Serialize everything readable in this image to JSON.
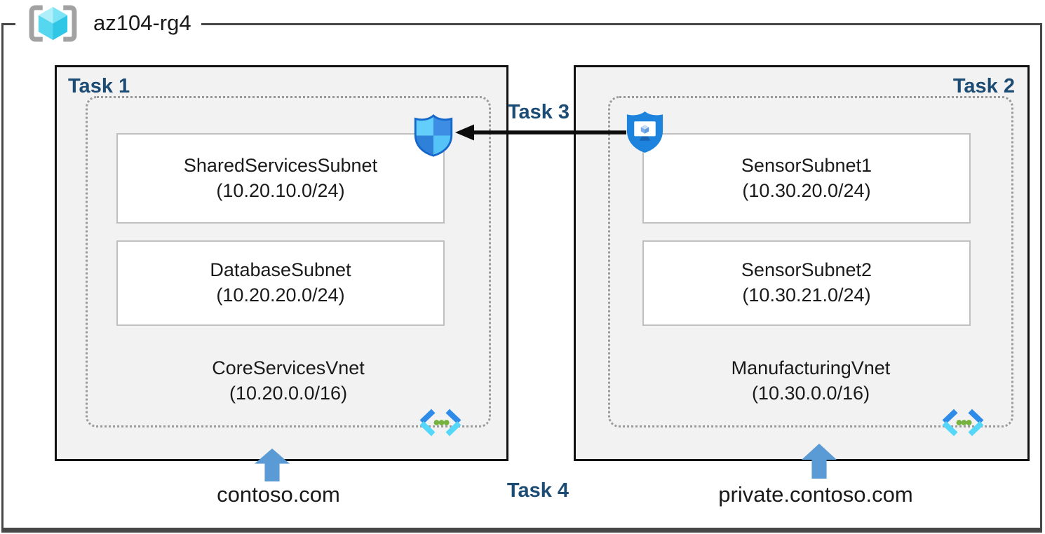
{
  "resource_group": {
    "name": "az104-rg4"
  },
  "labels": {
    "task1": "Task 1",
    "task2": "Task 2",
    "task3": "Task 3",
    "task4": "Task 4"
  },
  "vnets": [
    {
      "name": "CoreServicesVnet",
      "cidr": "(10.20.0.0/16)",
      "dns": "contoso.com",
      "subnets": [
        {
          "name": "SharedServicesSubnet",
          "cidr": "(10.20.10.0/24)"
        },
        {
          "name": "DatabaseSubnet",
          "cidr": "(10.20.20.0/24)"
        }
      ]
    },
    {
      "name": "ManufacturingVnet",
      "cidr": "(10.30.0.0/16)",
      "dns": "private.contoso.com",
      "subnets": [
        {
          "name": "SensorSubnet1",
          "cidr": "(10.30.20.0/24)"
        },
        {
          "name": "SensorSubnet2",
          "cidr": "(10.30.21.0/24)"
        }
      ]
    }
  ],
  "icons": {
    "resource_group": "resource-group-icon",
    "nsg": "network-security-group-icon",
    "bastion": "bastion-icon",
    "vnet": "virtual-network-icon",
    "peering_arrow": "peering-arrow",
    "up_arrow": "up-arrow"
  },
  "colors": {
    "task_label_blue": "#1c4b74",
    "up_arrow_blue": "#5b9bd5",
    "box_fill_gray": "#f2f2f2",
    "nsg_light_blue": "#63cefc",
    "nsg_dark_blue": "#3d8de4",
    "bastion_blue": "#1d83dc",
    "vnet_chevron_dark": "#2e8ce8",
    "vnet_chevron_light": "#54d7f8",
    "vnet_dot_green": "#76b33e",
    "cube_cyan": "#55d7ef"
  }
}
